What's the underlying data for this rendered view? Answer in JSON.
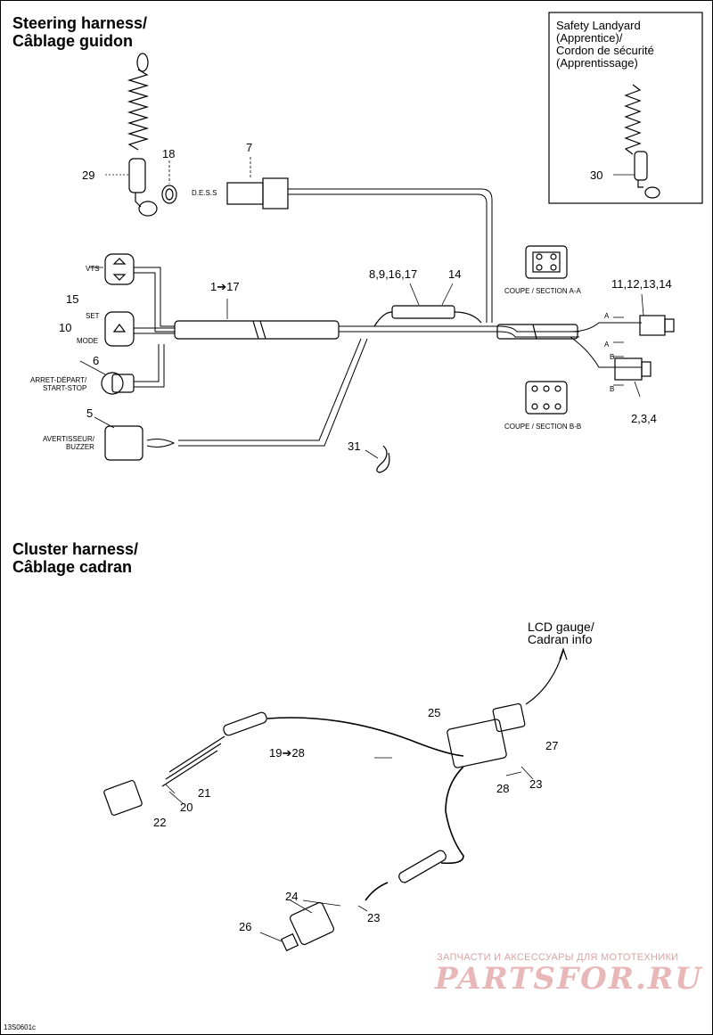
{
  "headings": {
    "steering": "Steering harness/\nCâblage guidon",
    "cluster": "Cluster harness/\nCâblage cadran"
  },
  "safety_box": {
    "title": "Safety Landyard\n(Apprentice)/\nCordon de sécurité\n(Apprentissage)",
    "callout": "30"
  },
  "steering_callouts": {
    "c29": "29",
    "c18": "18",
    "c7": "7",
    "c15": "15",
    "c10": "10",
    "c6": "6",
    "c5": "5",
    "c1_17": "1➔17",
    "c8_17": "8,9,16,17",
    "c14": "14",
    "c11_14": "11,12,13,14",
    "c2_4": "2,3,4",
    "c31": "31"
  },
  "steering_labels": {
    "dess": "D.E.S.S",
    "vts": "VTS",
    "set": "SET",
    "mode": "MODE",
    "start_stop": "ARRET-DÉPART/\nSTART-STOP",
    "buzzer": "AVERTISSEUR/\nBUZZER",
    "section_aa": "COUPE / SECTION A-A",
    "section_bb": "COUPE / SECTION B-B",
    "a_upper": "A",
    "a_lower": "A",
    "b_upper": "B",
    "b_lower": "B"
  },
  "cluster_callouts": {
    "lcd": "LCD gauge/\nCadran info",
    "c25": "25",
    "c27": "27",
    "c19_28": "19➔28",
    "c28": "28",
    "c23a": "23",
    "c21": "21",
    "c20": "20",
    "c22": "22",
    "c24": "24",
    "c23b": "23",
    "c26": "26"
  },
  "watermark": {
    "top": "ЗАПЧАСТИ И АКСЕССУАРЫ ДЛЯ МОТОТЕХНИКИ",
    "logo": "PARTSFOR.RU"
  },
  "figure_code": "13S0601c"
}
